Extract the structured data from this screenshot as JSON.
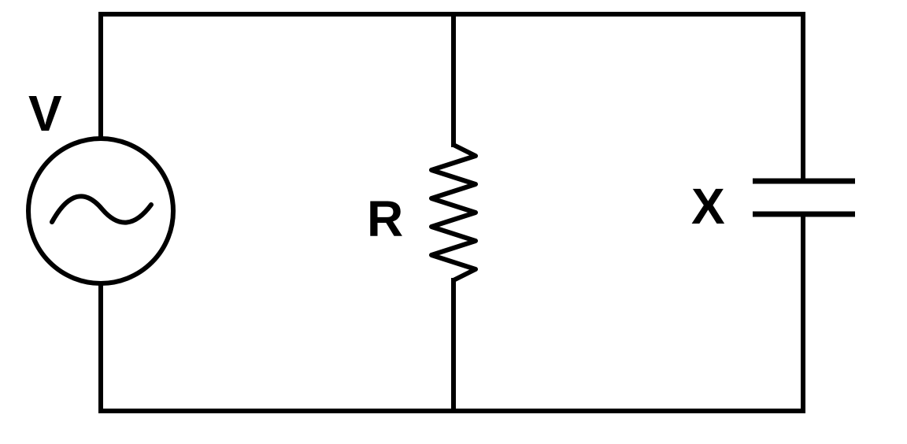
{
  "diagram": {
    "type": "circuit-schematic",
    "description": "AC voltage source V connected in parallel with resistor R and reactance X (capacitor)",
    "labels": {
      "source": "V",
      "resistor": "R",
      "capacitor": "X"
    },
    "components": [
      {
        "id": "ac-source",
        "label": "V",
        "kind": "ac-voltage-source",
        "branch": "left"
      },
      {
        "id": "resistor",
        "label": "R",
        "kind": "resistor",
        "branch": "middle"
      },
      {
        "id": "reactance",
        "label": "X",
        "kind": "capacitor",
        "branch": "right"
      }
    ],
    "colors": {
      "stroke": "#000000",
      "background": "#ffffff"
    }
  }
}
